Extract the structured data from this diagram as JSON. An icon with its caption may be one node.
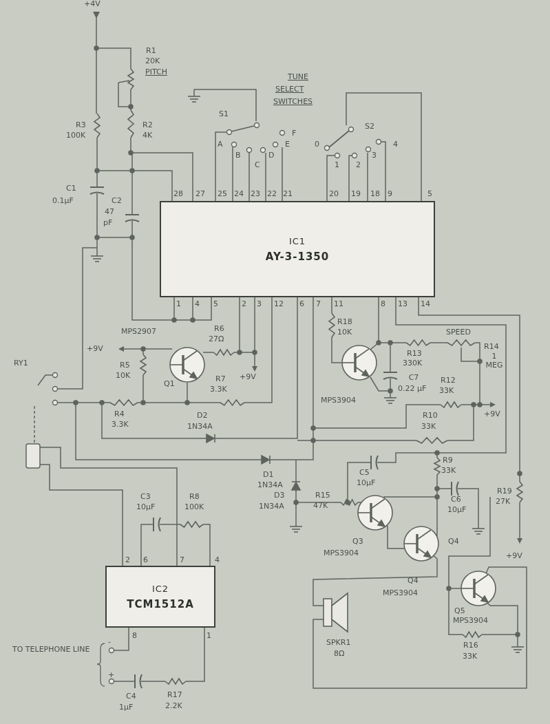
{
  "diagram": {
    "nodes": [
      {
        "text": [
          "IC1",
          "AY-3-1350"
        ]
      },
      {
        "text": [
          "IC2",
          "TCM1512A"
        ]
      }
    ],
    "labels": [
      "+4V",
      "R1",
      "20K",
      "PITCH",
      "TUNE",
      "SELECT",
      "SWITCHES",
      "S1",
      "R3",
      "R2",
      "S2",
      "100K",
      "4K",
      "F",
      "A",
      "E",
      "0",
      "4",
      "B",
      "D",
      "3",
      "C",
      "1",
      "2",
      "28",
      "27",
      "25",
      "24",
      "23",
      "22",
      "21",
      "20",
      "19",
      "18",
      "9",
      "5",
      "C1",
      "0.1µF",
      "C2",
      "47",
      "pF",
      "1",
      "4",
      "5",
      "2",
      "3",
      "12",
      "6",
      "7",
      "11",
      "8",
      "13",
      "14",
      "MPS2907",
      "R6",
      "27Ω",
      "+9V",
      "R18",
      "10K",
      "SPEED",
      "R14",
      "1 MEG",
      "RY1",
      "R5",
      "10K",
      "Q1",
      "R7",
      "3.3K",
      "+9V",
      "R13",
      "330K",
      "C7",
      "0.22 µF",
      "MPS3904",
      "R12",
      "33K",
      "R4",
      "D2",
      "R10",
      "+9V",
      "3.3K",
      "1N34A",
      "33K",
      "D1",
      "1N34A",
      "C5",
      "10µF",
      "R9",
      "33K",
      "R19",
      "27K",
      "R15",
      "47K",
      "D3",
      "1N34A",
      "C6",
      "10µF",
      "Q3",
      "Q4",
      "MPS3904",
      "+9V",
      "Q4",
      "MPS3904",
      "Q5",
      "MPS3904",
      "SPKR1",
      "8Ω",
      "R16",
      "33K",
      "C3",
      "10µF",
      "R8",
      "100K",
      "2",
      "6",
      "7",
      "4",
      "8",
      "1",
      "TO TELEPHONE LINE",
      "-",
      "+",
      "C4",
      "1µF",
      "R17",
      "2.2K"
    ]
  }
}
